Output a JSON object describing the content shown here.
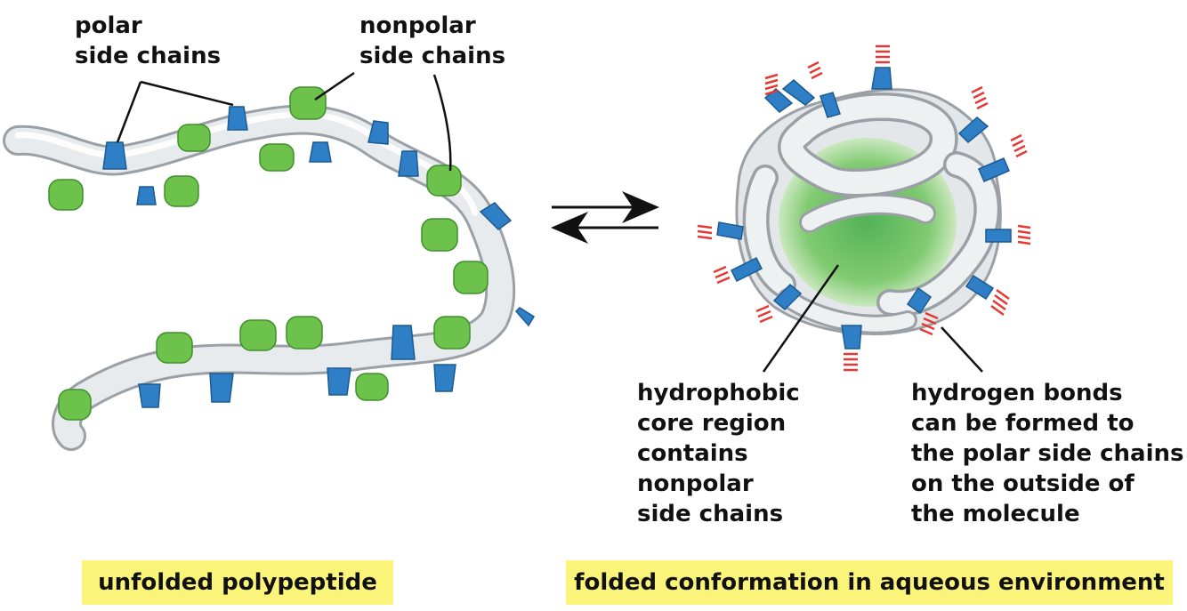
{
  "labels": {
    "polar": "polar\nside chains",
    "nonpolar": "nonpolar\nside chains",
    "core": "hydrophobic\ncore region\ncontains\nnonpolar\nside chains",
    "hbonds": "hydrogen bonds\ncan be formed to\nthe polar side chains\non the outside of\nthe molecule"
  },
  "captions": {
    "unfolded": "unfolded polypeptide",
    "folded": "folded conformation in aqueous environment"
  },
  "colors": {
    "polar_side_chain": "#2f7fc6",
    "nonpolar_side_chain": "#6cc24a",
    "backbone": "#e9ecee",
    "hydrogen_bond": "#e53935",
    "caption_bg": "#fbf47a"
  }
}
